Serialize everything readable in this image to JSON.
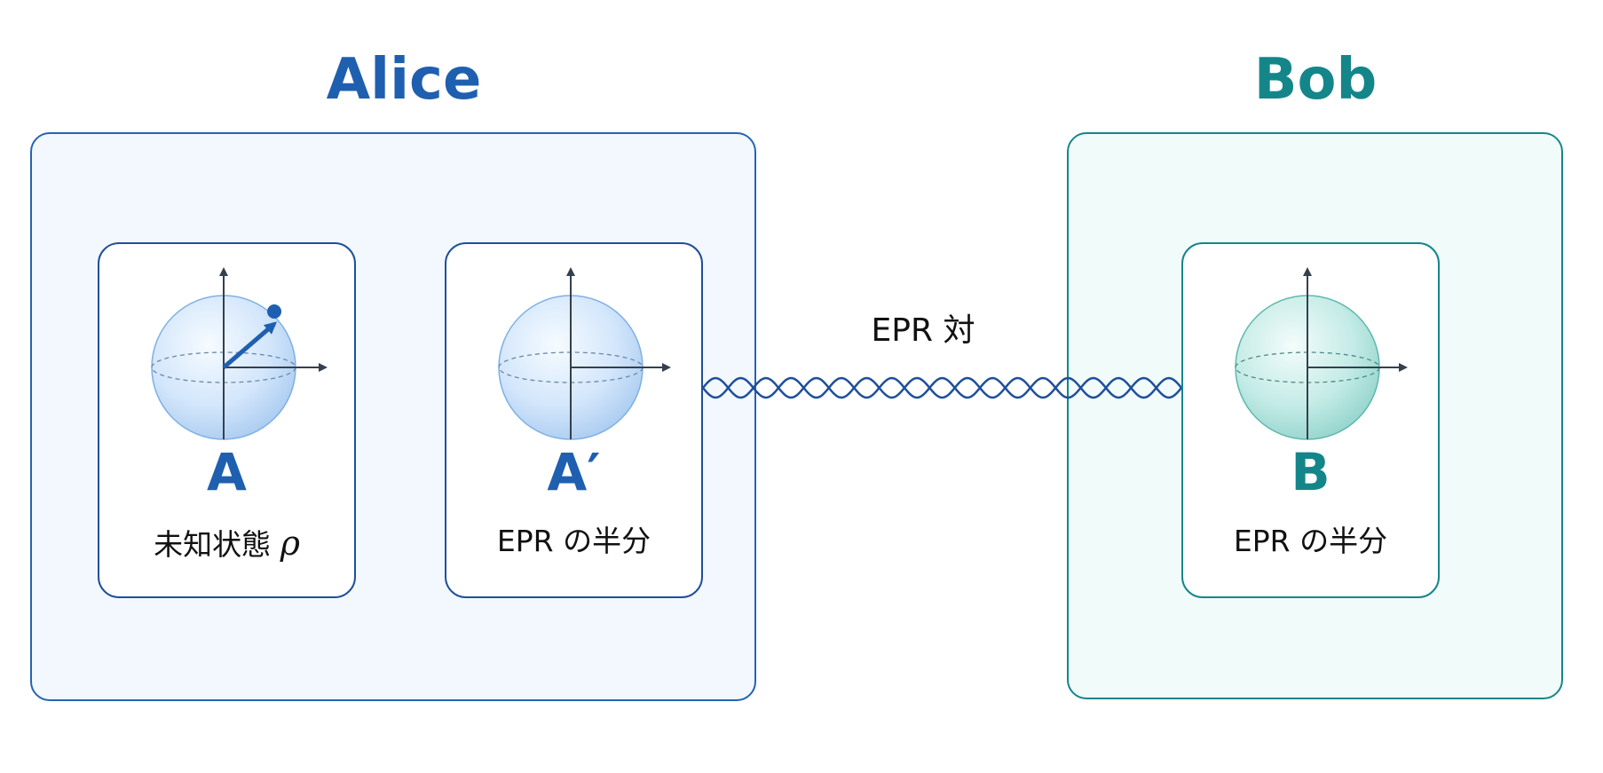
{
  "alice": {
    "title": "Alice",
    "qubit_a": {
      "letter": "A",
      "description": "未知状態",
      "symbol": "ρ"
    },
    "qubit_a_prime": {
      "letter": "A′",
      "description": "EPR の半分"
    }
  },
  "bob": {
    "title": "Bob",
    "qubit_b": {
      "letter": "B",
      "description": "EPR の半分"
    }
  },
  "link": {
    "label": "EPR 対"
  },
  "colors": {
    "alice_blue": "#2563b4",
    "bob_teal": "#14868a",
    "sphere_blue": "#bcd7f4",
    "sphere_teal": "#a8e2dc",
    "wave": "#1f4f9c"
  }
}
